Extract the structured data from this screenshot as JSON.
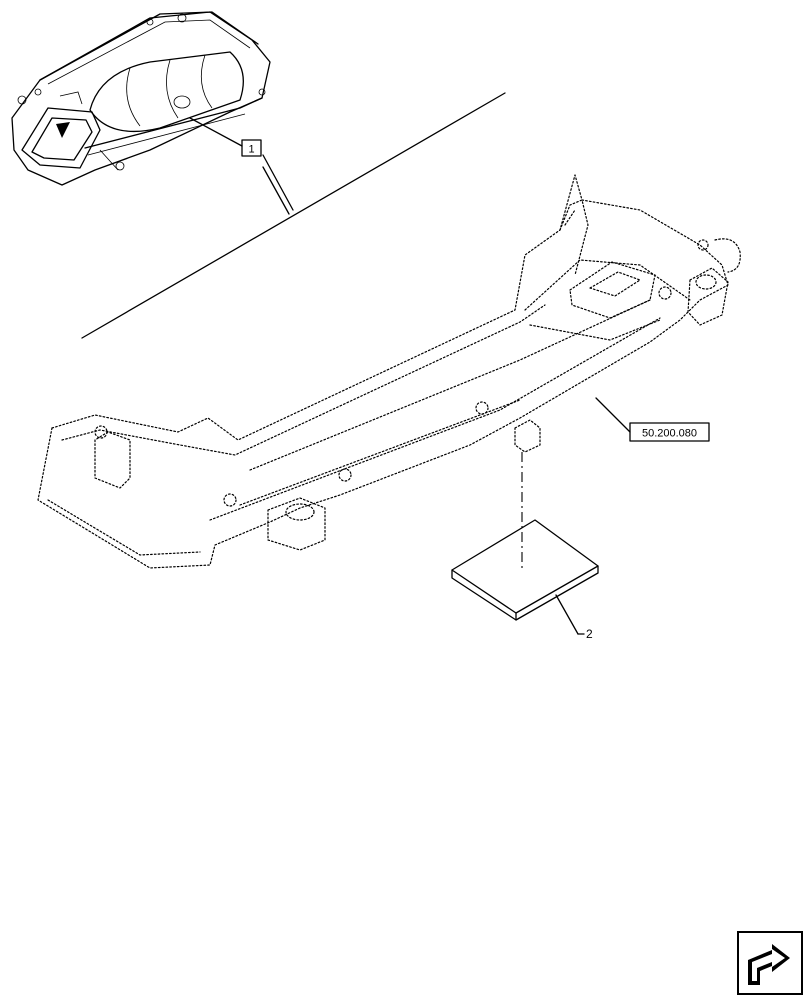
{
  "callouts": {
    "item_1": "1",
    "item_2": "2",
    "reference": "50.200.080"
  },
  "icons": {
    "nav": "next-page-arrow-icon"
  }
}
